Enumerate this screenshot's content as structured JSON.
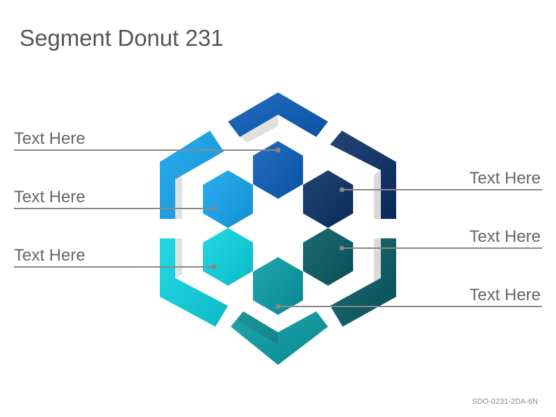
{
  "title": "Segment Donut 231",
  "code": "SDO-0231-2DA-6N",
  "labels": {
    "top_left": "Text Here",
    "mid_left": "Text Here",
    "bottom_left": "Text Here",
    "top_right": "Text Here",
    "mid_right": "Text Here",
    "bottom_right": "Text Here"
  },
  "colors": {
    "segment_top": "#0a5cb8",
    "segment_top_right": "#0a2e66",
    "segment_bottom_right": "#065963",
    "segment_bottom": "#089aa3",
    "segment_bottom_left": "#0bd3e0",
    "segment_top_left": "#12a3ee",
    "connector_line": "#888888"
  }
}
